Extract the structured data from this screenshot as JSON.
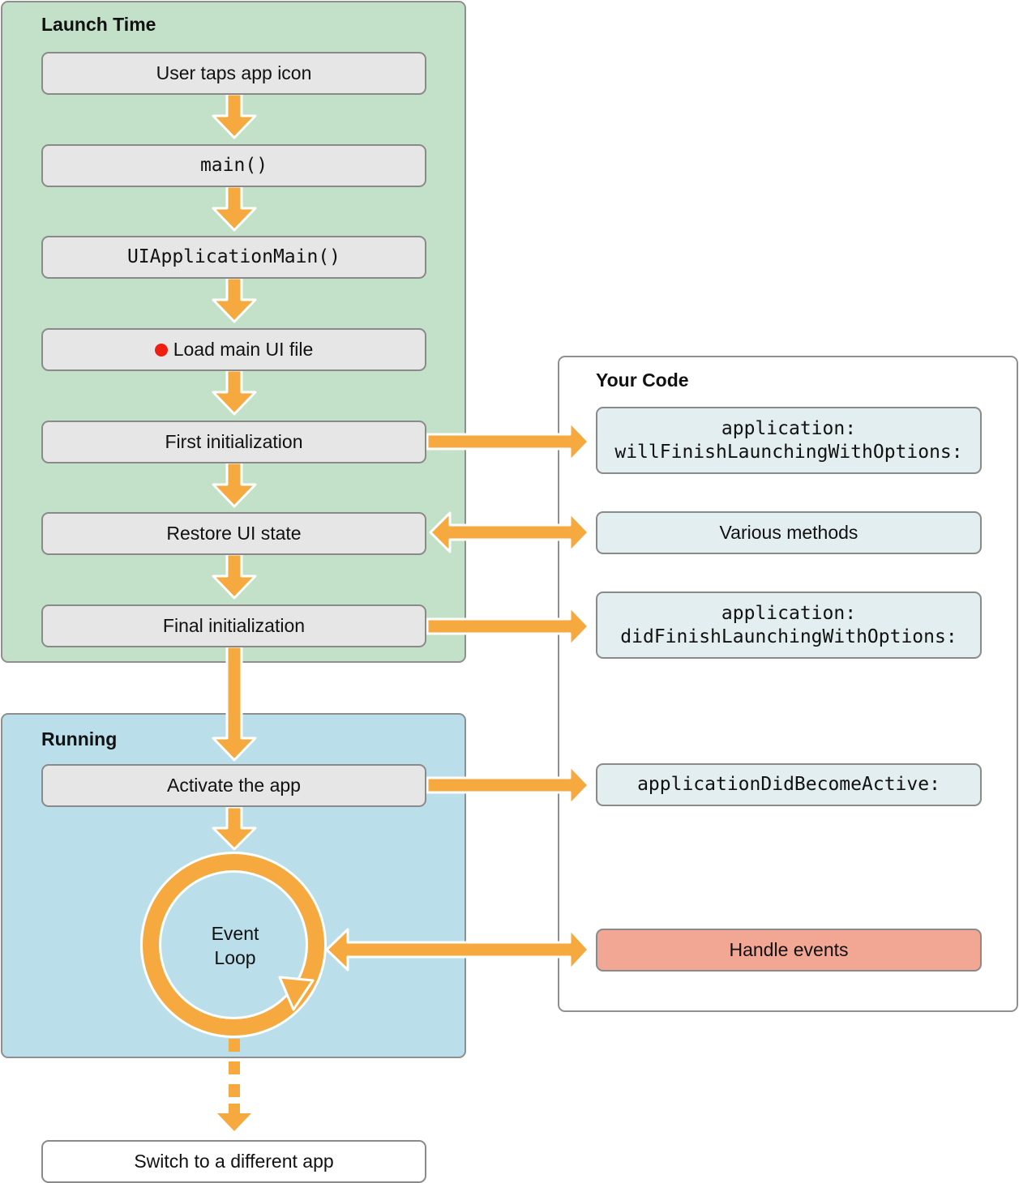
{
  "launch": {
    "title": "Launch Time",
    "steps": [
      "User taps app icon",
      "main()",
      "UIApplicationMain()",
      "Load main UI file",
      "First initialization",
      "Restore UI state",
      "Final initialization"
    ]
  },
  "running": {
    "title": "Running",
    "activate": "Activate the app",
    "loop_line1": "Event",
    "loop_line2": "Loop"
  },
  "your_code": {
    "title": "Your Code",
    "will_finish_line1": "application:",
    "will_finish_line2": "willFinishLaunchingWithOptions:",
    "various": "Various methods",
    "did_finish_line1": "application:",
    "did_finish_line2": "didFinishLaunchingWithOptions:",
    "did_become_active": "applicationDidBecomeActive:",
    "handle_events": "Handle events"
  },
  "switch_app": "Switch to a different app",
  "colors": {
    "launch_bg": "#c3e1c8",
    "running_bg": "#badfea",
    "arrow": "#f5a93f",
    "step_bg": "#e6e6e6",
    "code_bg": "#e3eef0",
    "handle_bg": "#f2a794",
    "marker": "#ee1f10"
  }
}
